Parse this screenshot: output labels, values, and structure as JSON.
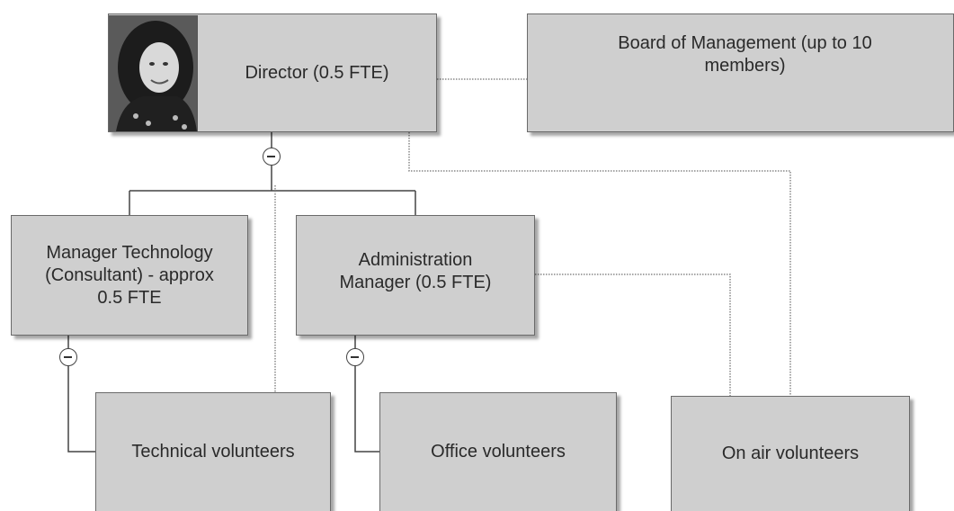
{
  "nodes": {
    "director": {
      "label": "Director (0.5 FTE)"
    },
    "board": {
      "label": "Board of Management (up to 10\nmembers)"
    },
    "manager_technology": {
      "label": "Manager Technology\n(Consultant) - approx\n0.5 FTE"
    },
    "administration_manager": {
      "label": "Administration\nManager  (0.5 FTE)"
    },
    "technical_volunteers": {
      "label": "Technical volunteers"
    },
    "office_volunteers": {
      "label": "Office volunteers"
    },
    "on_air_volunteers": {
      "label": "On air volunteers"
    }
  },
  "colors": {
    "node_fill": "#cfcfcf",
    "node_border": "#6a6a6a",
    "line": "#444444",
    "dotted_line": "#888888"
  },
  "icons": {
    "collapse": "minus-circle-icon",
    "photo": "director-photo"
  }
}
